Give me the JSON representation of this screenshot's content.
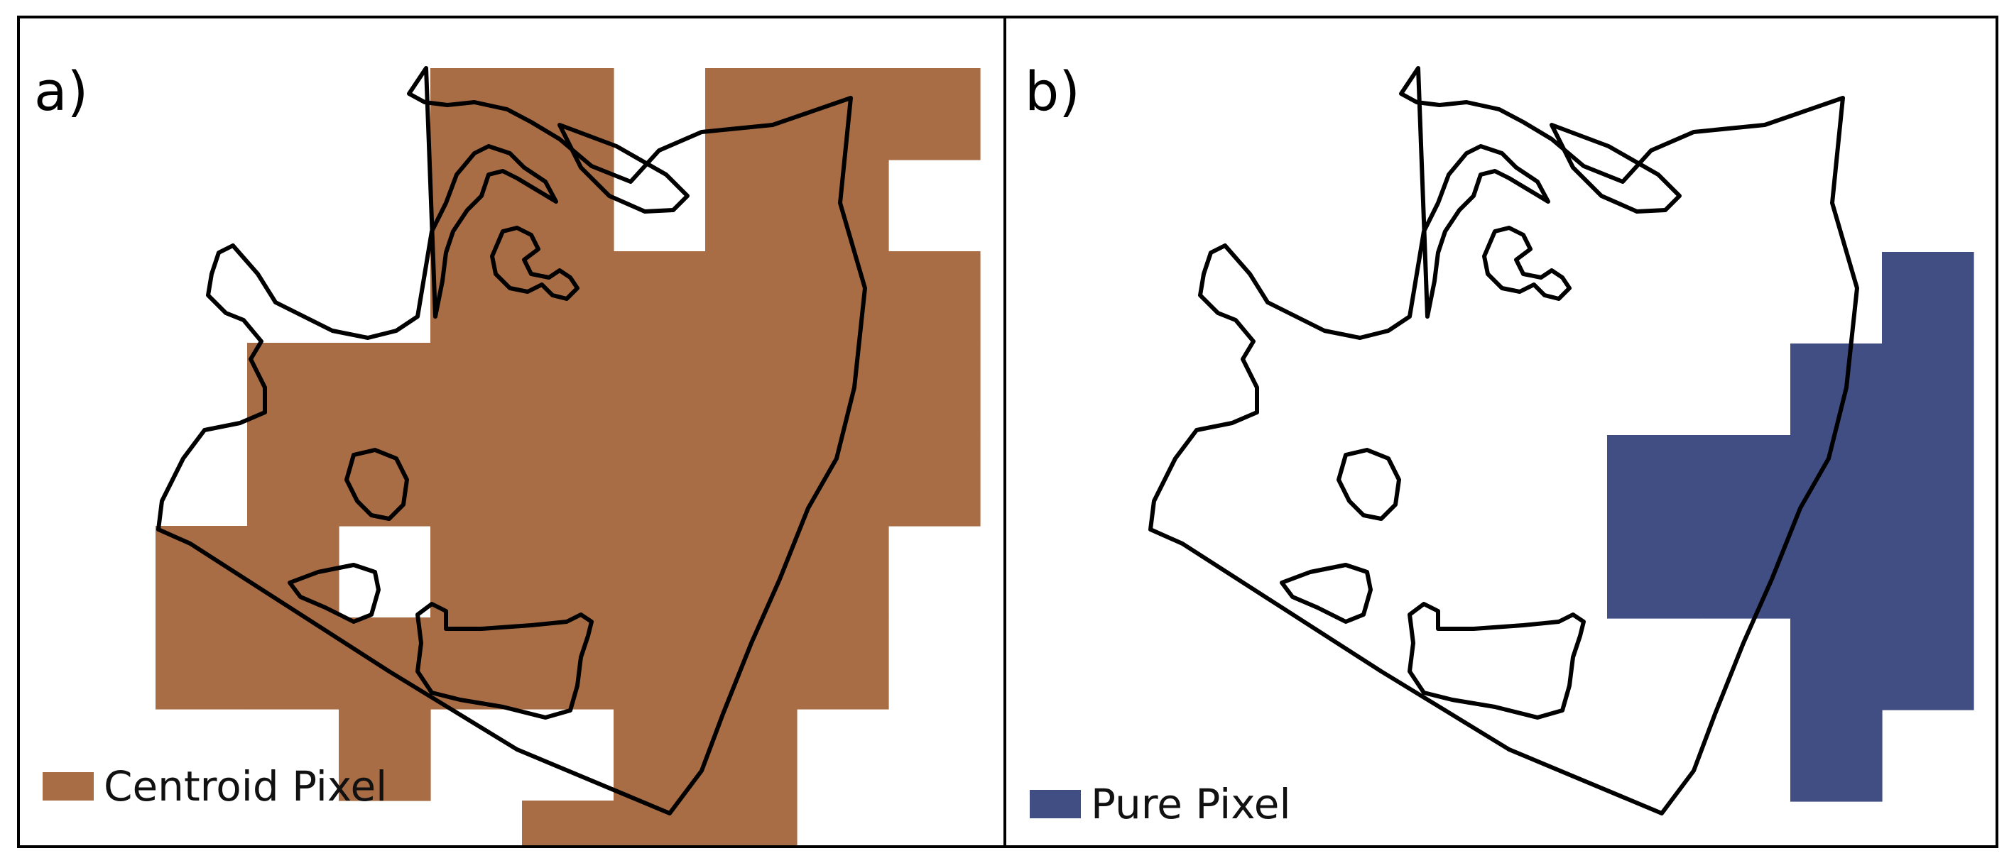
{
  "panels": [
    {
      "label": "a)",
      "legend_text": "Centroid Pixel",
      "fill_color": "#A86D45"
    },
    {
      "label": "b)",
      "legend_text": "Pure Pixel",
      "fill_color": "#414E83"
    }
  ],
  "colors": {
    "outline": "#000000",
    "background": "#ffffff"
  }
}
